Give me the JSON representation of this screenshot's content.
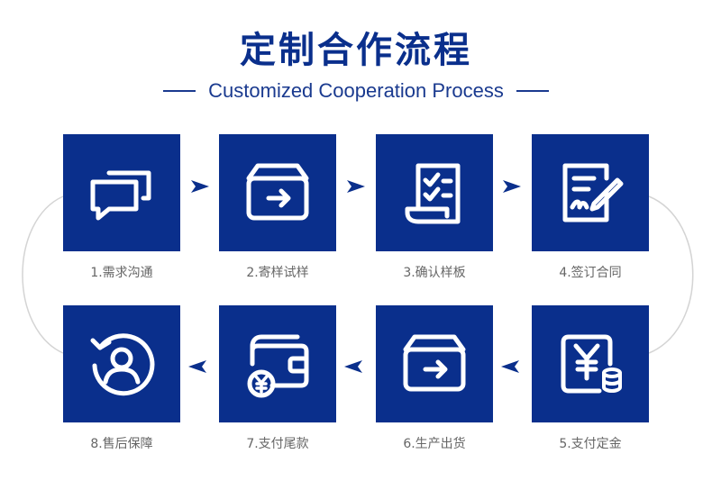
{
  "title": "定制合作流程",
  "subtitle": "Customized Cooperation Process",
  "colors": {
    "primary": "#0a2f8c",
    "label": "#666666",
    "loop": "#d4d4d4"
  },
  "steps": [
    {
      "label": "1.需求沟通",
      "icon": "chat-bubbles-icon"
    },
    {
      "label": "2.寄样试样",
      "icon": "box-arrow-icon"
    },
    {
      "label": "3.确认样板",
      "icon": "checklist-document-icon"
    },
    {
      "label": "4.签订合同",
      "icon": "contract-sign-icon"
    },
    {
      "label": "5.支付定金",
      "icon": "yuan-coins-icon"
    },
    {
      "label": "6.生产出货",
      "icon": "box-arrow-icon"
    },
    {
      "label": "7.支付尾款",
      "icon": "wallet-yuan-icon"
    },
    {
      "label": "8.售后保障",
      "icon": "user-refresh-icon"
    }
  ]
}
